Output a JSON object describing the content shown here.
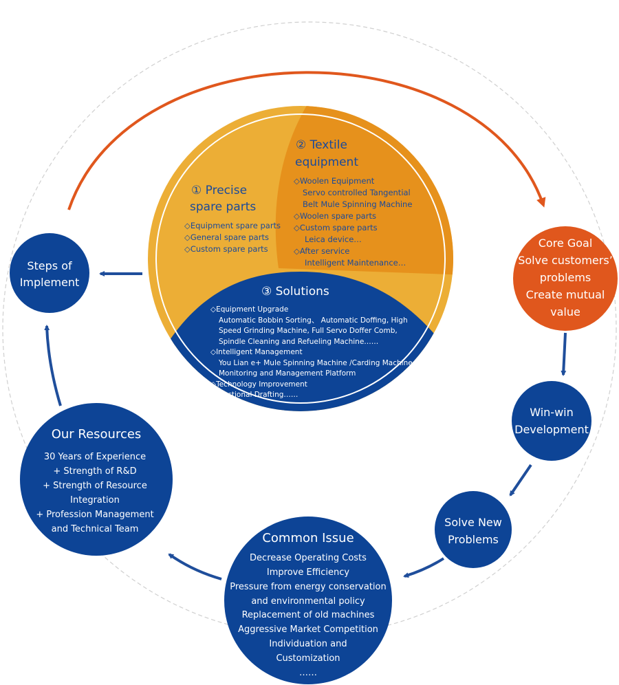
{
  "colors": {
    "blue": "#0d4496",
    "orange_light": "#ecae36",
    "orange_dark": "#e6911c",
    "core_red": "#e0571d",
    "arrow_blue": "#1f4e9b"
  },
  "center": {
    "precise": {
      "title1": "① Precise",
      "title2": "spare parts",
      "items": [
        "◇Equipment spare parts",
        "◇General spare parts",
        "◇Custom spare parts"
      ]
    },
    "textile": {
      "title1": "② Textile",
      "title2": "equipment",
      "items": [
        "◇Woolen Equipment",
        "Servo controlled Tangential",
        "Belt Mule Spinning Machine",
        "◇Woolen spare parts",
        "◇Custom spare parts",
        "Leica device…",
        "◇After service",
        "Intelligent Maintenance…"
      ]
    },
    "solutions": {
      "title": "③ Solutions",
      "items": [
        "◇Equipment Upgrade",
        "Automatic Bobbin Sorting、 Automatic Doffing, High",
        "Speed Grinding Machine, Full Servo Doffer Comb,",
        "Spindle Cleaning and Refueling Machine……",
        "◇Intelligent Management",
        "You Lian e+ Mule Spinning Machine /Carding Machine",
        "Monitoring and Management Platform",
        "◇Technology Improvement",
        "Sectional Drafting……"
      ]
    }
  },
  "nodes": {
    "steps": [
      "Steps of",
      "Implement"
    ],
    "core": [
      "Core Goal",
      "Solve customers’",
      "problems",
      "Create mutual",
      "value"
    ],
    "winwin": [
      "Win-win",
      "Development"
    ],
    "solve": [
      "Solve New",
      "Problems"
    ],
    "common": {
      "title": "Common Issue",
      "lines": [
        "Decrease Operating Costs",
        "Improve Efficiency",
        "Pressure from energy conservation",
        "and environmental policy",
        "Replacement of old machines",
        "Aggressive Market Competition",
        "Individuation and",
        "Customization",
        "……"
      ]
    },
    "resources": {
      "title": "Our Resources",
      "lines": [
        "30 Years of Experience",
        "+ Strength of R&D",
        "+ Strength of Resource",
        "Integration",
        "+ Profession Management",
        "and Technical Team"
      ]
    }
  }
}
